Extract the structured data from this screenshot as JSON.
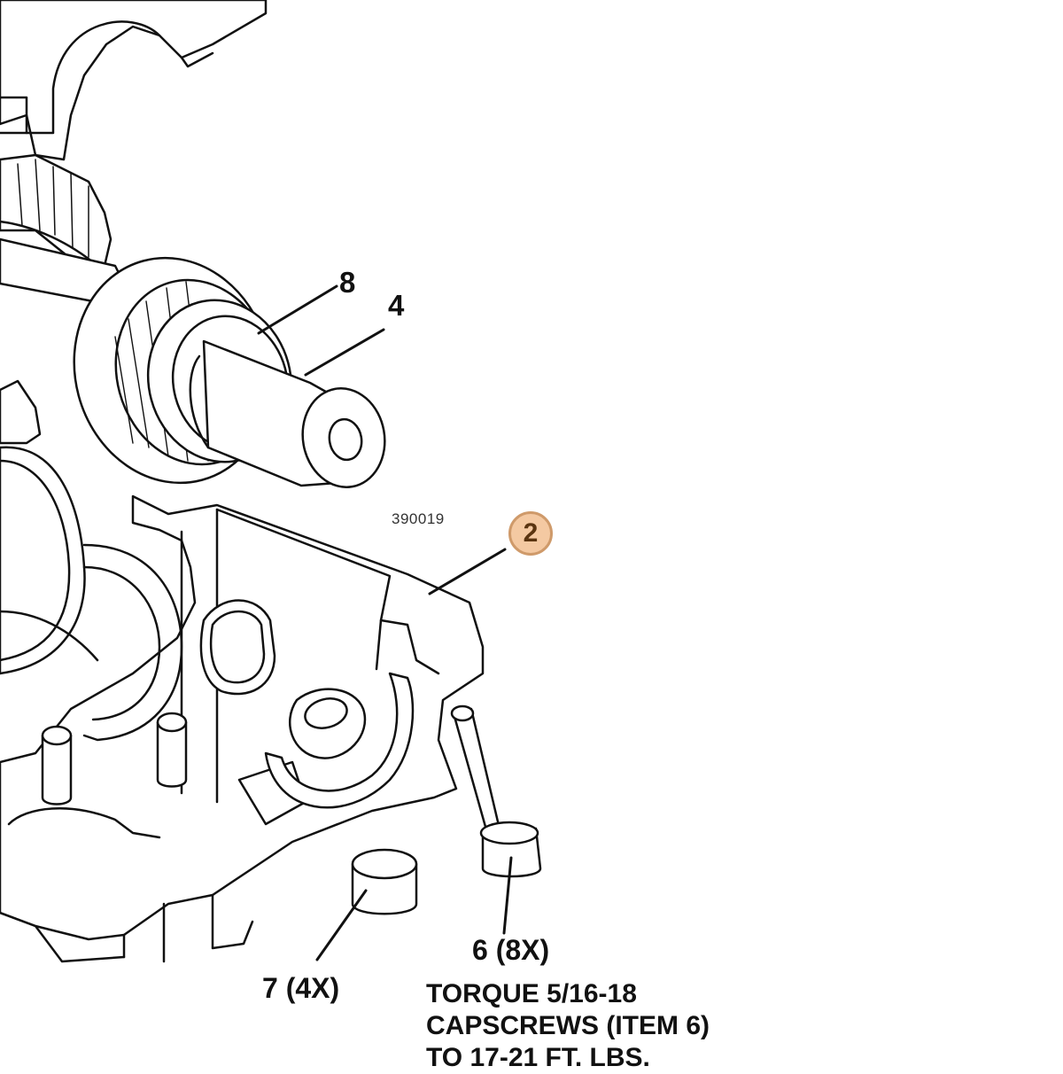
{
  "figure_number": "390019",
  "callouts": {
    "item_8": "8",
    "item_4": "4",
    "item_6": "6 (8X)",
    "item_7": "7 (4X)"
  },
  "highlight": {
    "label": "2",
    "fill_color": "#f4c9a2",
    "ring_color": "#cf9a6a"
  },
  "torque_note": {
    "line1": "TORQUE 5/16-18",
    "line2": "CAPSCREWS (ITEM 6)",
    "line3": "TO 17-21 FT. LBS."
  }
}
